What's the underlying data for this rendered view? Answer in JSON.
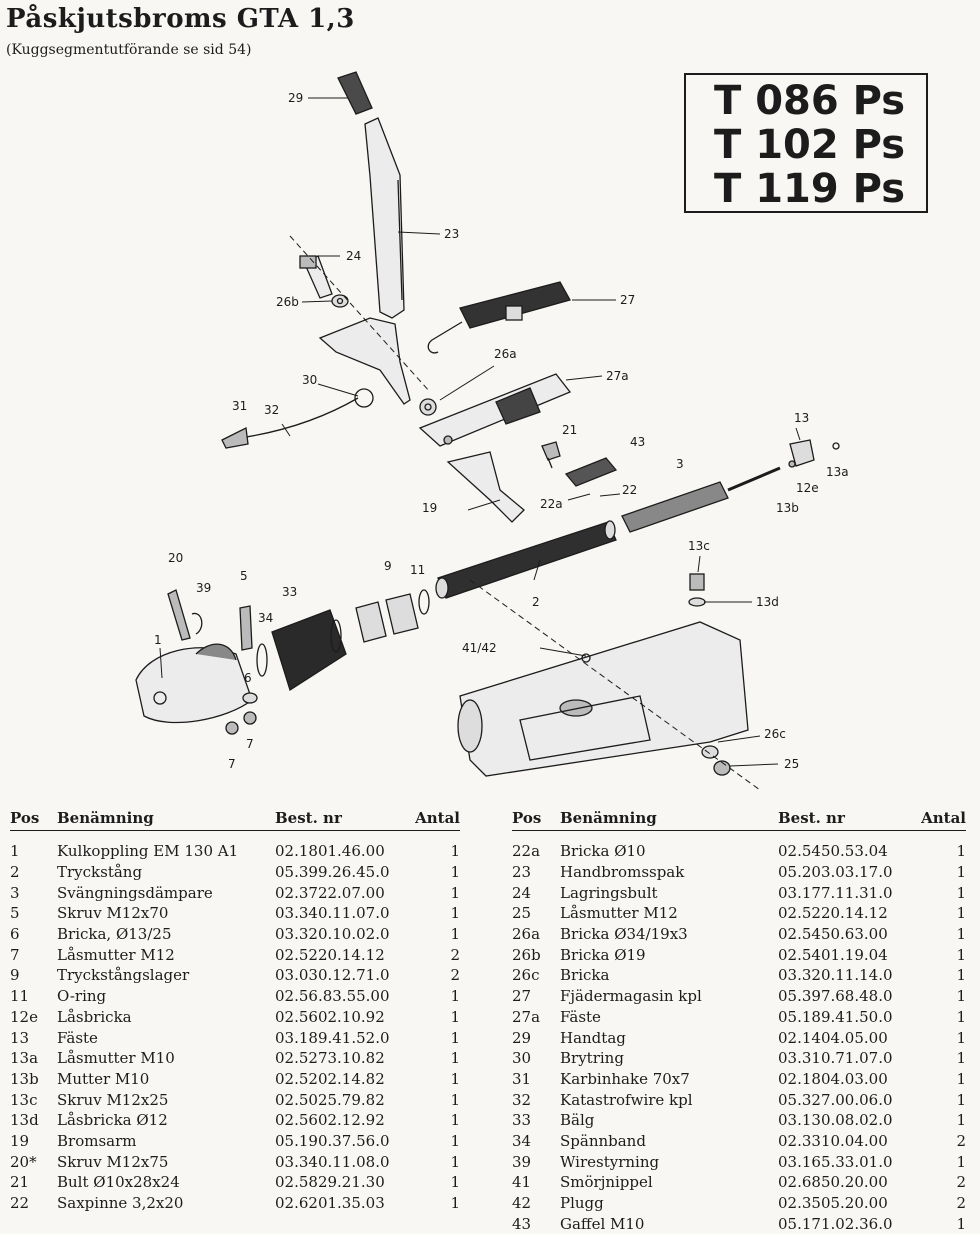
{
  "header": {
    "title": "Påskjutsbroms GTA 1,3",
    "subtitle": "(Kuggsegmentutförande se sid 54)"
  },
  "models": [
    "T 086 Ps",
    "T 102 Ps",
    "T 119 Ps"
  ],
  "callouts": [
    "29",
    "23",
    "24",
    "26b",
    "27",
    "26a",
    "27a",
    "30",
    "31",
    "32",
    "13",
    "13a",
    "12e",
    "13b",
    "21",
    "43",
    "3",
    "22a",
    "22",
    "19",
    "13c",
    "13d",
    "20",
    "39",
    "5",
    "34",
    "33",
    "9",
    "11",
    "2",
    "41/42",
    "1",
    "6",
    "7",
    "7",
    "26c",
    "25"
  ],
  "table": {
    "columns": [
      "Pos",
      "Benämning",
      "Best. nr",
      "Antal"
    ],
    "left": [
      [
        "1",
        "Kulkoppling EM 130 A1",
        "02.1801.46.00",
        "1"
      ],
      [
        "2",
        "Tryckstång",
        "05.399.26.45.0",
        "1"
      ],
      [
        "3",
        "Svängningsdämpare",
        "02.3722.07.00",
        "1"
      ],
      [
        "5",
        "Skruv M12x70",
        "03.340.11.07.0",
        "1"
      ],
      [
        "6",
        "Bricka, Ø13/25",
        "03.320.10.02.0",
        "1"
      ],
      [
        "7",
        "Låsmutter M12",
        "02.5220.14.12",
        "2"
      ],
      [
        "9",
        "Tryckstångslager",
        "03.030.12.71.0",
        "2"
      ],
      [
        "11",
        "O-ring",
        "02.56.83.55.00",
        "1"
      ],
      [
        "12e",
        "Låsbricka",
        "02.5602.10.92",
        "1"
      ],
      [
        "13",
        "Fäste",
        "03.189.41.52.0",
        "1"
      ],
      [
        "13a",
        "Låsmutter M10",
        "02.5273.10.82",
        "1"
      ],
      [
        "13b",
        "Mutter M10",
        "02.5202.14.82",
        "1"
      ],
      [
        "13c",
        "Skruv M12x25",
        "02.5025.79.82",
        "1"
      ],
      [
        "13d",
        "Låsbricka Ø12",
        "02.5602.12.92",
        "1"
      ],
      [
        "19",
        "Bromsarm",
        "05.190.37.56.0",
        "1"
      ],
      [
        "20*",
        "Skruv M12x75",
        "03.340.11.08.0",
        "1"
      ],
      [
        "21",
        "Bult Ø10x28x24",
        "02.5829.21.30",
        "1"
      ],
      [
        "22",
        "Saxpinne 3,2x20",
        "02.6201.35.03",
        "1"
      ]
    ],
    "right": [
      [
        "22a",
        "Bricka Ø10",
        "02.5450.53.04",
        "1"
      ],
      [
        "23",
        "Handbromsspak",
        "05.203.03.17.0",
        "1"
      ],
      [
        "24",
        "Lagringsbult",
        "03.177.11.31.0",
        "1"
      ],
      [
        "25",
        "Låsmutter M12",
        "02.5220.14.12",
        "1"
      ],
      [
        "26a",
        "Bricka Ø34/19x3",
        "02.5450.63.00",
        "1"
      ],
      [
        "26b",
        "Bricka Ø19",
        "02.5401.19.04",
        "1"
      ],
      [
        "26c",
        "Bricka",
        "03.320.11.14.0",
        "1"
      ],
      [
        "27",
        "Fjädermagasin kpl",
        "05.397.68.48.0",
        "1"
      ],
      [
        "27a",
        "Fäste",
        "05.189.41.50.0",
        "1"
      ],
      [
        "29",
        "Handtag",
        "02.1404.05.00",
        "1"
      ],
      [
        "30",
        "Brytring",
        "03.310.71.07.0",
        "1"
      ],
      [
        "31",
        "Karbinhake 70x7",
        "02.1804.03.00",
        "1"
      ],
      [
        "32",
        "Katastrofwire kpl",
        "05.327.00.06.0",
        "1"
      ],
      [
        "33",
        "Bälg",
        "03.130.08.02.0",
        "1"
      ],
      [
        "34",
        "Spännband",
        "02.3310.04.00",
        "2"
      ],
      [
        "39",
        "Wirestyrning",
        "03.165.33.01.0",
        "1"
      ],
      [
        "41",
        "Smörjnippel",
        "02.6850.20.00",
        "2"
      ],
      [
        "42",
        "Plugg",
        "02.3505.20.00",
        "2"
      ],
      [
        "43",
        "Gaffel M10",
        "05.171.02.36.0",
        "1"
      ]
    ]
  }
}
